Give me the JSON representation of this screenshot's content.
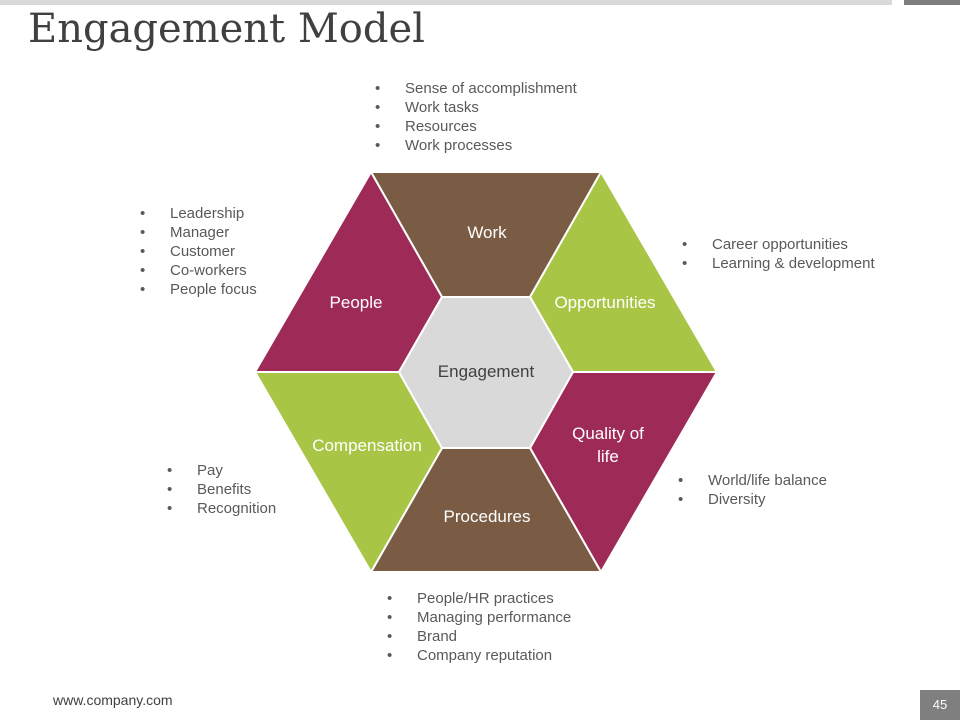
{
  "slide": {
    "title": "Engagement Model",
    "footer_url": "www.company.com",
    "page_number": "45"
  },
  "colors": {
    "brown": "#7a5c45",
    "maroon": "#9e2a57",
    "green": "#a8c545",
    "center_gray": "#d9d9d9",
    "text_gray": "#595959"
  },
  "diagram": {
    "center": "Engagement",
    "segments": {
      "work": "Work",
      "opportunities": "Opportunities",
      "quality_line1": "Quality of",
      "quality_line2": "life",
      "procedures": "Procedures",
      "compensation": "Compensation",
      "people": "People"
    }
  },
  "bullets": {
    "work": [
      "Sense of accomplishment",
      "Work tasks",
      "Resources",
      "Work processes"
    ],
    "people": [
      "Leadership",
      "Manager",
      "Customer",
      "Co-workers",
      "People focus"
    ],
    "opportunities": [
      "Career opportunities",
      "Learning & development"
    ],
    "compensation": [
      "Pay",
      "Benefits",
      "Recognition"
    ],
    "quality": [
      "World/life balance",
      "Diversity"
    ],
    "procedures": [
      "People/HR practices",
      "Managing performance",
      "Brand",
      "Company reputation"
    ]
  }
}
